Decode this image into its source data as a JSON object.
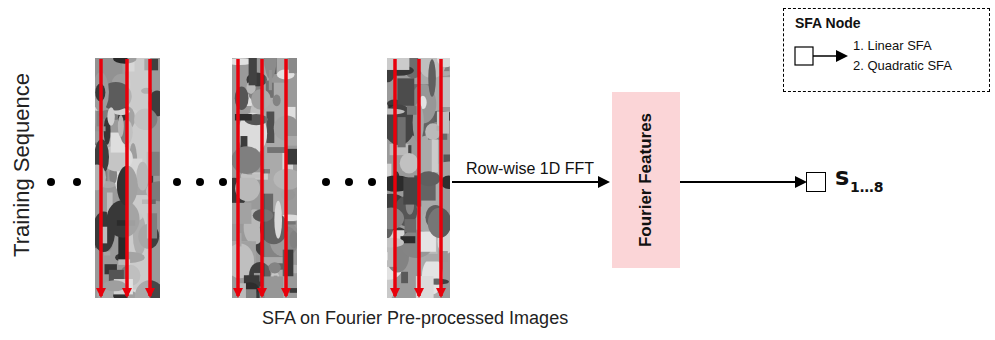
{
  "diagram": {
    "caption": "SFA on Fourier Pre-processed Images",
    "nodes": [
      {
        "text": [
          "Fourier Features"
        ]
      },
      {
        "text": [
          "s",
          "1…8"
        ]
      },
      {
        "text": [
          "SFA Node"
        ]
      }
    ],
    "edges": [
      {
        "from": 0,
        "to": 1,
        "arrow": "to"
      }
    ],
    "labels": [
      "Training Sequence",
      "Row-wise 1D FFT",
      "1. Linear SFA",
      "2. Quadratic SFA"
    ]
  }
}
